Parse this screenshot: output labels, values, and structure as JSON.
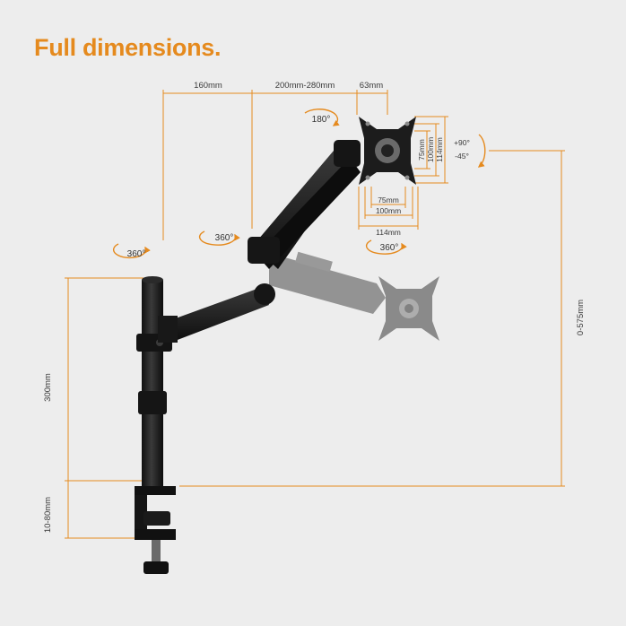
{
  "title": "Full dimensions.",
  "accent_color": "#e58a1e",
  "dimensions": {
    "arm_segment_1": "160mm",
    "arm_segment_2": "200mm-280mm",
    "head_offset": "63mm",
    "pole_height": "300mm",
    "clamp_thickness": "10-80mm",
    "height_adjust": "0-575mm",
    "vesa_h_75": "75mm",
    "vesa_h_100": "100mm",
    "vesa_h_114": "114mm",
    "vesa_v_75": "75mm",
    "vesa_v_100": "100mm",
    "vesa_v_114": "114mm"
  },
  "rotations": {
    "pole": "360°",
    "arm_joint": "360°",
    "screen_rotate": "180°",
    "head_swivel": "360°",
    "tilt_up": "+90°",
    "tilt_down": "-45°"
  }
}
